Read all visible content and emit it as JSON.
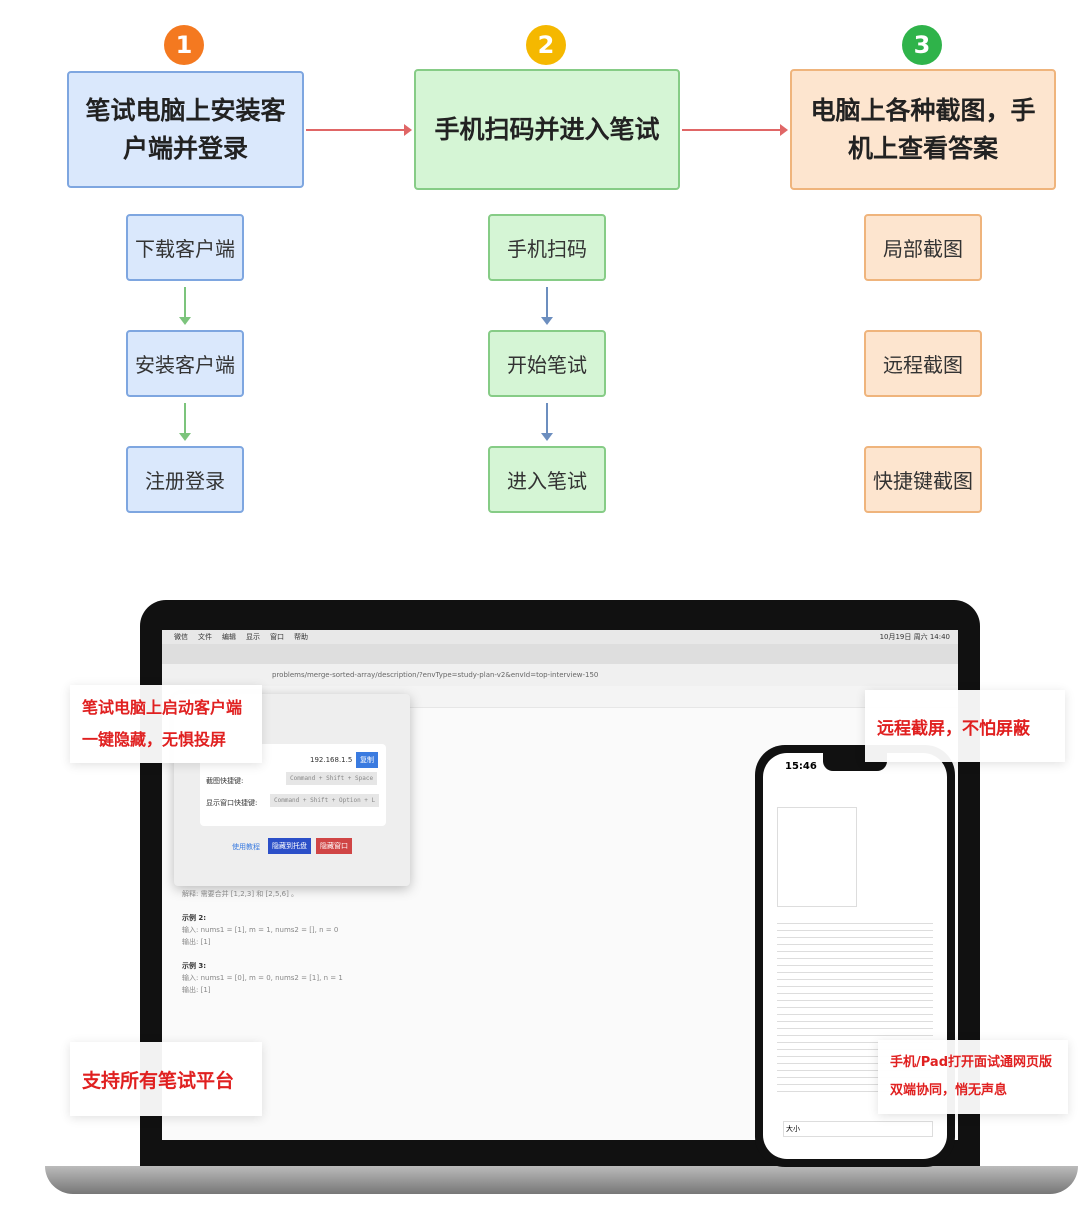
{
  "steps": [
    {
      "number": "1",
      "title": "笔试电脑上安装客户端并登录",
      "substeps": [
        "下载客户端",
        "安装客户端",
        "注册登录"
      ],
      "color": "#f47920"
    },
    {
      "number": "2",
      "title": "手机扫码并进入笔试",
      "substeps": [
        "手机扫码",
        "开始笔试",
        "进入笔试"
      ],
      "color": "#f5b800"
    },
    {
      "number": "3",
      "title": "电脑上各种截图，手机上查看答案",
      "substeps": [
        "局部截图",
        "远程截图",
        "快捷键截图"
      ],
      "color": "#2fb34a"
    }
  ],
  "laptop": {
    "menubar": [
      "微信",
      "文件",
      "编辑",
      "显示",
      "窗口",
      "帮助"
    ],
    "clock": "10月19日 周六 14:40",
    "url": "problems/merge-sorted-array/description/?envType=study-plan-v2&envId=top-interview-150",
    "dialog": {
      "ip": "192.168.1.5",
      "ip_btn": "复制",
      "shot_label": "截图快捷键:",
      "shot_key": "Command + Shift + Space",
      "show_label": "显示窗口快捷键:",
      "show_key": "Command + Shift + Option + L",
      "help": "使用教程",
      "hide_btn": "隐藏到托盘",
      "close_btn": "隐藏窗口"
    },
    "examples": [
      "示例 2:",
      "示例 3:"
    ],
    "lines": [
      "解释: 需要合并 [1,2,3] 和 [2,5,6] 。",
      "输入: nums1 = [1], m = 1, nums2 = [], n = 0",
      "输出: [1]",
      "输入: nums1 = [0], m = 0, nums2 = [1], n = 1"
    ]
  },
  "phone": {
    "time": "15:46",
    "input": "大小"
  },
  "callouts": {
    "left_top": [
      "笔试电脑上启动客户端",
      "一键隐藏，无惧投屏"
    ],
    "right_top": "远程截屏，不怕屏蔽",
    "left_bottom": "支持所有笔试平台",
    "right_bottom": [
      "手机/Pad打开面试通网页版",
      "双端协同，悄无声息"
    ]
  }
}
